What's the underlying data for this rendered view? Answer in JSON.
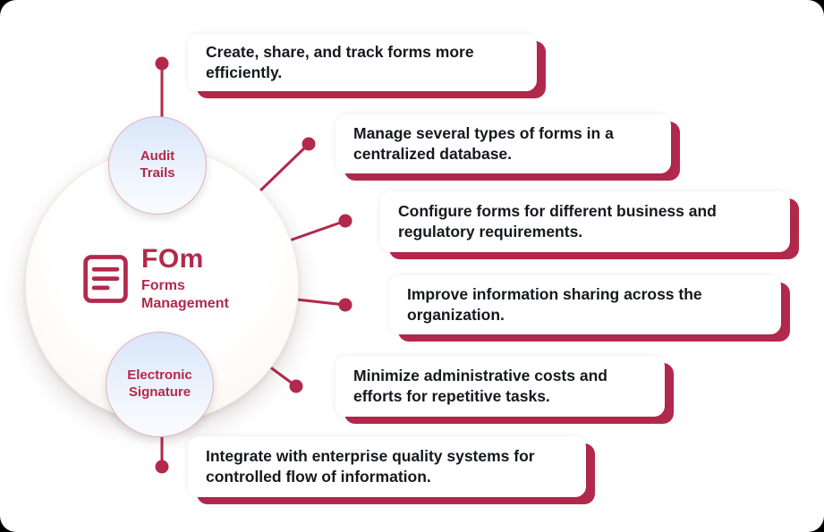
{
  "theme": {
    "accent": "#B3294B",
    "text_color": "#15181D",
    "card_bg": "#FFFFFF",
    "satellite_gradient_top": "#D9E6F9",
    "satellite_gradient_bottom": "#F7FAFF"
  },
  "hub": {
    "icon": "form-document-icon",
    "title": "FOm",
    "subtitle": "Forms Management"
  },
  "satellites": [
    {
      "label": "Audit Trails"
    },
    {
      "label": "Electronic Signature"
    }
  ],
  "benefits": [
    "Create, share, and track forms more efficiently.",
    "Manage several types of forms in a centralized database.",
    "Configure forms for different business and regulatory requirements.",
    "Improve information sharing across the organization.",
    "Minimize administrative costs and efforts for repetitive tasks.",
    "Integrate with enterprise quality systems for controlled flow of information."
  ]
}
